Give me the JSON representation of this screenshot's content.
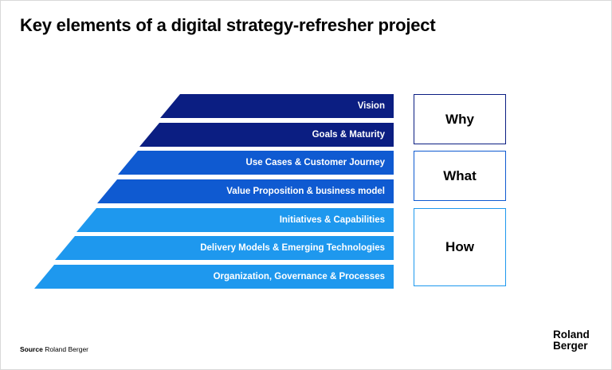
{
  "title": "Key elements of a digital strategy-refresher project",
  "layers": [
    {
      "label": "Vision"
    },
    {
      "label": "Goals & Maturity"
    },
    {
      "label": "Use Cases & Customer Journey"
    },
    {
      "label": "Value Proposition & business model"
    },
    {
      "label": "Initiatives & Capabilities"
    },
    {
      "label": "Delivery Models & Emerging Technologies"
    },
    {
      "label": "Organization, Governance & Processes"
    }
  ],
  "groups": {
    "why": "Why",
    "what": "What",
    "how": "How"
  },
  "colors": {
    "why": "#0b1e82",
    "what": "#0f5ad1",
    "how": "#1e98ee"
  },
  "source": {
    "label": "Source",
    "value": "Roland Berger"
  },
  "logo": {
    "line1": "Roland",
    "line2": "Berger"
  }
}
